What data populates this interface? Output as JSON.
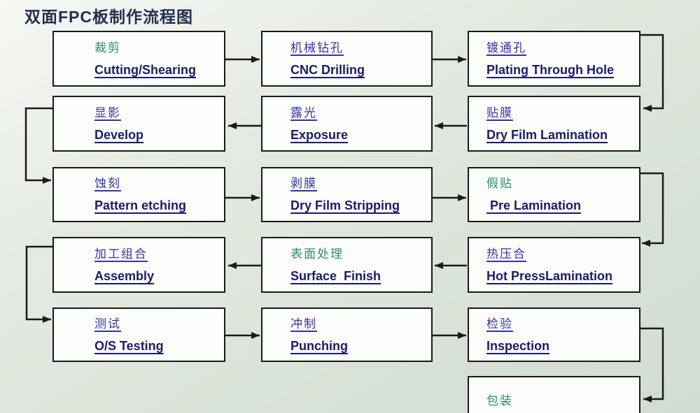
{
  "title": "双面FPC板制作流程图",
  "colors": {
    "title": "#232f4e",
    "box_bg": "#fdfdfc",
    "border": "#1a1a1a",
    "zh_blue": "#3434a2",
    "zh_green": "#2f8b6d",
    "en_navy": "#1b1b6b",
    "arrow": "#1a1a1a"
  },
  "nodes": [
    {
      "zh": "裁剪",
      "en": "Cutting/Shearing"
    },
    {
      "zh": "机械钻孔",
      "en": "CNC Drilling"
    },
    {
      "zh": "镀通孔",
      "en": "Plating Through Hole"
    },
    {
      "zh": "显影",
      "en": "Develop"
    },
    {
      "zh": "露光",
      "en": "Exposure"
    },
    {
      "zh": "贴膜",
      "en": "Dry Film Lamination"
    },
    {
      "zh": "蚀刻",
      "en": "Pattern etching"
    },
    {
      "zh": "剥膜",
      "en": "Dry Film Stripping"
    },
    {
      "zh": "假贴",
      "en": " Pre Lamination"
    },
    {
      "zh": "加工组合",
      "en": "Assembly"
    },
    {
      "zh": "表面处理",
      "en": "Surface  Finish"
    },
    {
      "zh": "热压合",
      "en": "Hot PressLamination"
    },
    {
      "zh": "测试",
      "en": "O/S Testing"
    },
    {
      "zh": "冲制",
      "en": "Punching"
    },
    {
      "zh": "检验",
      "en": "Inspection"
    },
    {
      "zh": "包装",
      "en": ""
    }
  ],
  "flow_order": [
    "裁剪",
    "机械钻孔",
    "镀通孔",
    "贴膜",
    "露光",
    "显影",
    "蚀刻",
    "剥膜",
    "假贴",
    "热压合",
    "表面处理",
    "加工组合",
    "测试",
    "冲制",
    "检验",
    "包装"
  ]
}
